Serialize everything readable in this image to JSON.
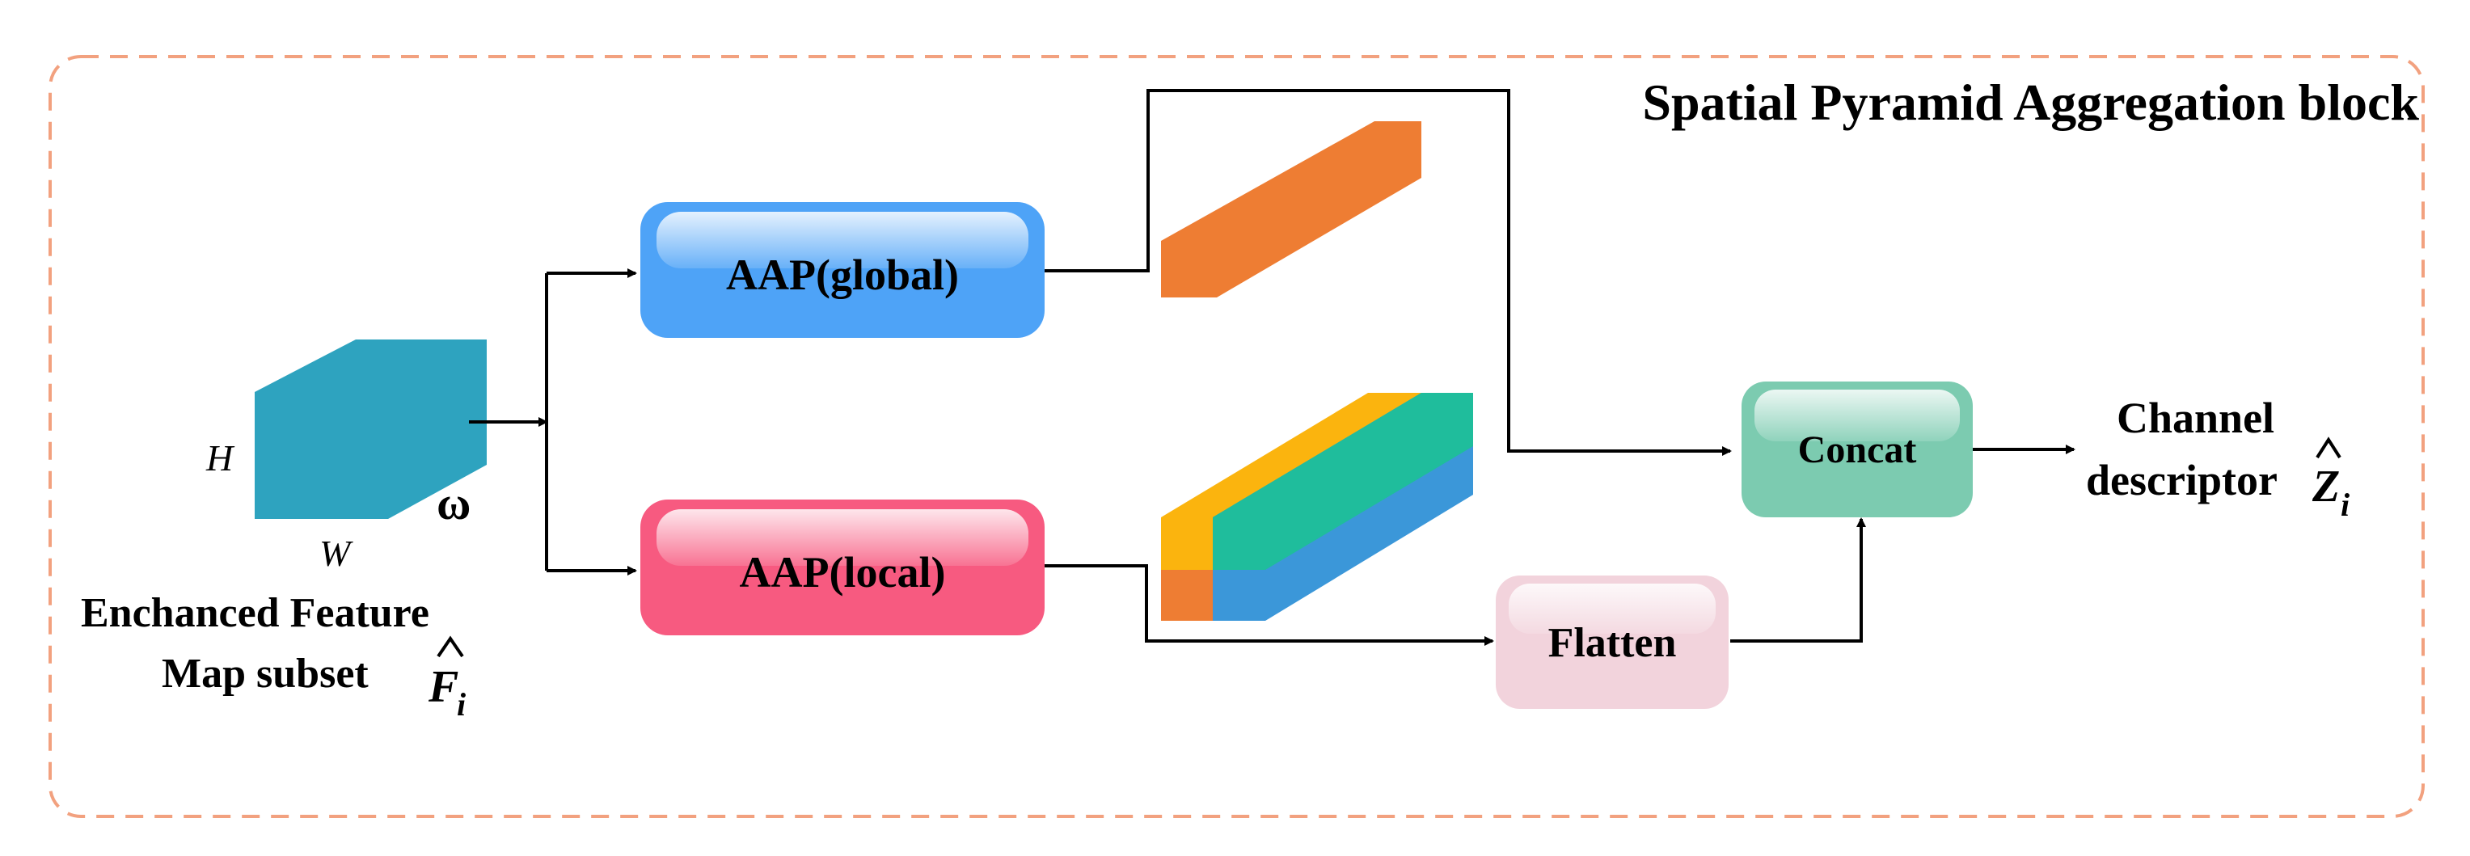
{
  "block_title": "Spatial Pyramid Aggregation block",
  "input": {
    "label_line1": "Enchanced Feature",
    "label_line2": "Map subset",
    "symbol": "F",
    "subscript": "i",
    "hat": "^",
    "dim_h": "H",
    "dim_w": "W",
    "dim_c": "ω"
  },
  "nodes": {
    "aap_global": "AAP(global)",
    "aap_local": "AAP(local)",
    "flatten": "Flatten",
    "concat": "Concat"
  },
  "output": {
    "line1": "Channel",
    "line2": "descriptor",
    "symbol": "Z",
    "subscript": "i",
    "hat": "^"
  },
  "colors": {
    "border_dashed": "#f2a17f",
    "feature_map": "#2ea3bf",
    "aap_global": "#4ea3f7",
    "aap_local": "#f75a80",
    "flatten": "#f2d3dc",
    "concat": "#7ccbb0",
    "global_vector": "#ee7d33",
    "local_orange": "#ee7d33",
    "local_yellow": "#fbb40e",
    "local_green": "#1fbd9c",
    "local_blue": "#3b97d9",
    "arrow": "#000000"
  }
}
